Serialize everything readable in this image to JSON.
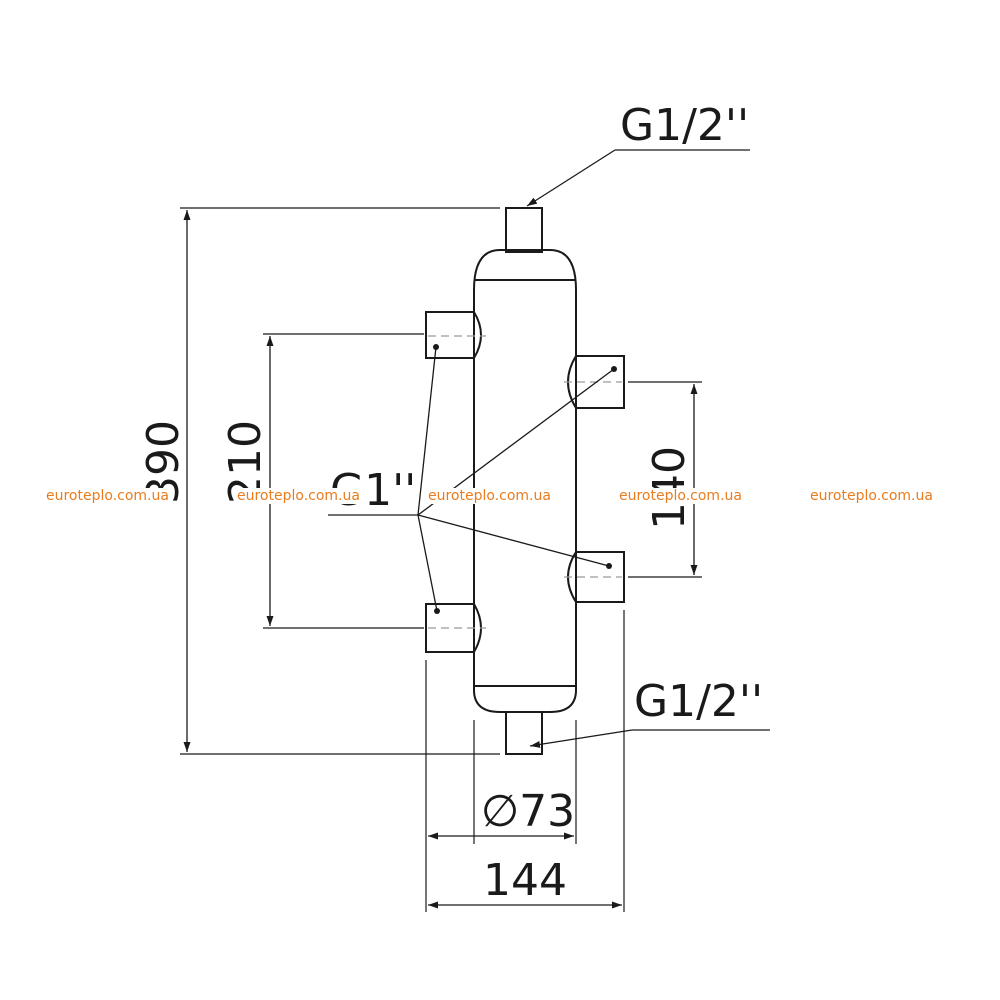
{
  "drawing": {
    "thread_top": "G1/2''",
    "thread_bottom": "G1/2''",
    "thread_side": "G1''",
    "dim_height_total": "390",
    "dim_height_left": "210",
    "dim_height_right": "140",
    "dim_diameter": "∅73",
    "dim_width": "144"
  },
  "watermark": {
    "text": "euroteplo.com.ua"
  },
  "colors": {
    "line": "#1a1a1a",
    "dash": "#9a9a9a",
    "watermark": "#e87c1e"
  }
}
